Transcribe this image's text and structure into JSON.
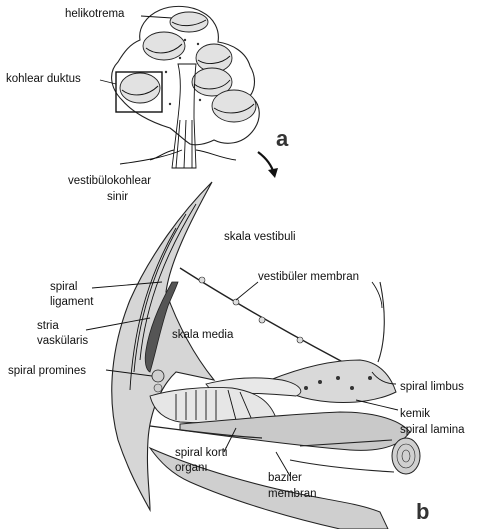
{
  "panel_a": {
    "letter": "a",
    "labels": {
      "helikotrema": "helikotrema",
      "kohlear_duktus": "kohlear duktus",
      "nerve_line1": "vestibülokohlear",
      "nerve_line2": "sinir"
    }
  },
  "panel_b": {
    "letter": "b",
    "labels": {
      "skala_vestibuli": "skala vestibuli",
      "vestibuler_membran": "vestibüler membran",
      "spiral_ligament_1": "spiral",
      "spiral_ligament_2": "ligament",
      "stria_1": "stria",
      "stria_2": "vaskülaris",
      "skala_media": "skala media",
      "spiral_promines": "spiral promines",
      "spiral_limbus": "spiral limbus",
      "kemik_1": "kemik",
      "kemik_2": "spiral lamina",
      "korti_1": "spiral korti",
      "korti_2": "organı",
      "baziler_1": "baziler",
      "baziler_2": "membran"
    }
  },
  "colors": {
    "tissue_fill": "#d6d6d6",
    "bone_fill": "#c9c9c9",
    "stria_fill": "#555555",
    "background": "#ffffff"
  }
}
